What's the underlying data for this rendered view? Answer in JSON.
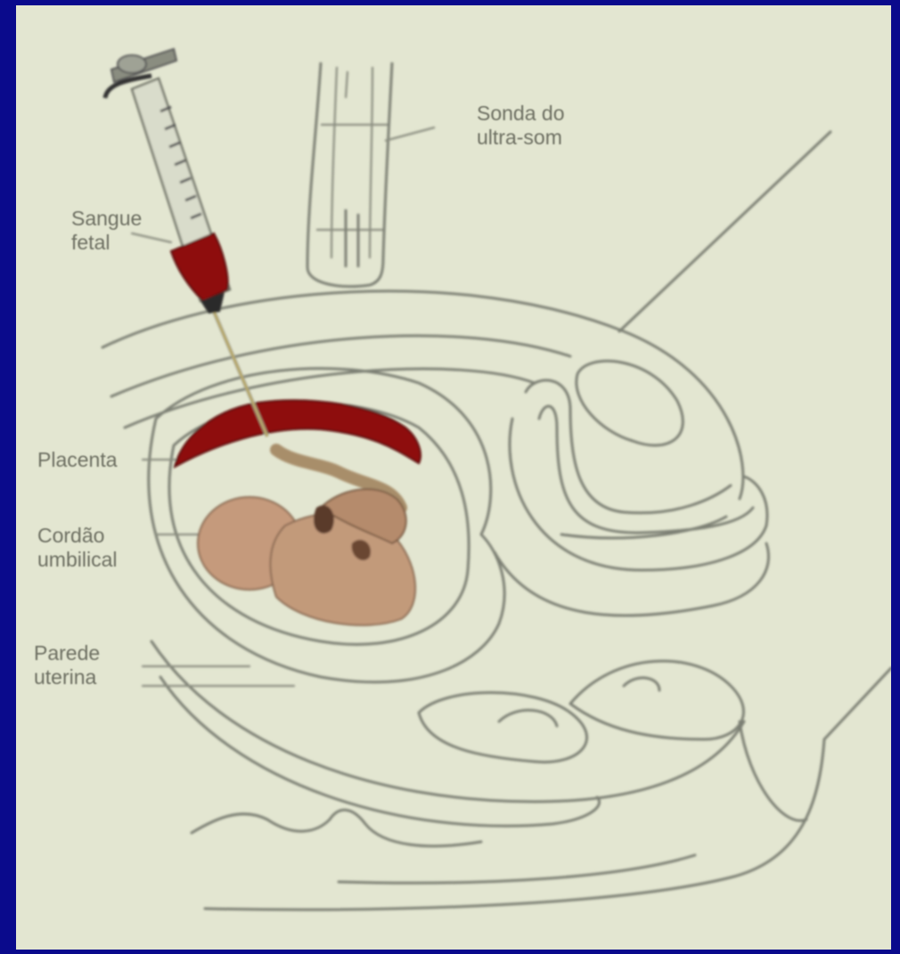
{
  "labels": {
    "probe": [
      "Sonda do",
      "ultra-som"
    ],
    "fetal_blood": [
      "Sangue",
      "fetal"
    ],
    "placenta": "Placenta",
    "umbilical_cord": [
      "Cordão",
      "umbilical"
    ],
    "uterine_wall": [
      "Parede",
      "uterina"
    ]
  },
  "colors": {
    "frame": "#0a0a8c",
    "paper": "#e3e6d1",
    "blood": "#8e0f0f",
    "fetus": "#c59a7c",
    "outline": "#7d8074"
  },
  "icons": [
    "syringe-icon",
    "ultrasound-probe-icon",
    "fetus-icon"
  ]
}
